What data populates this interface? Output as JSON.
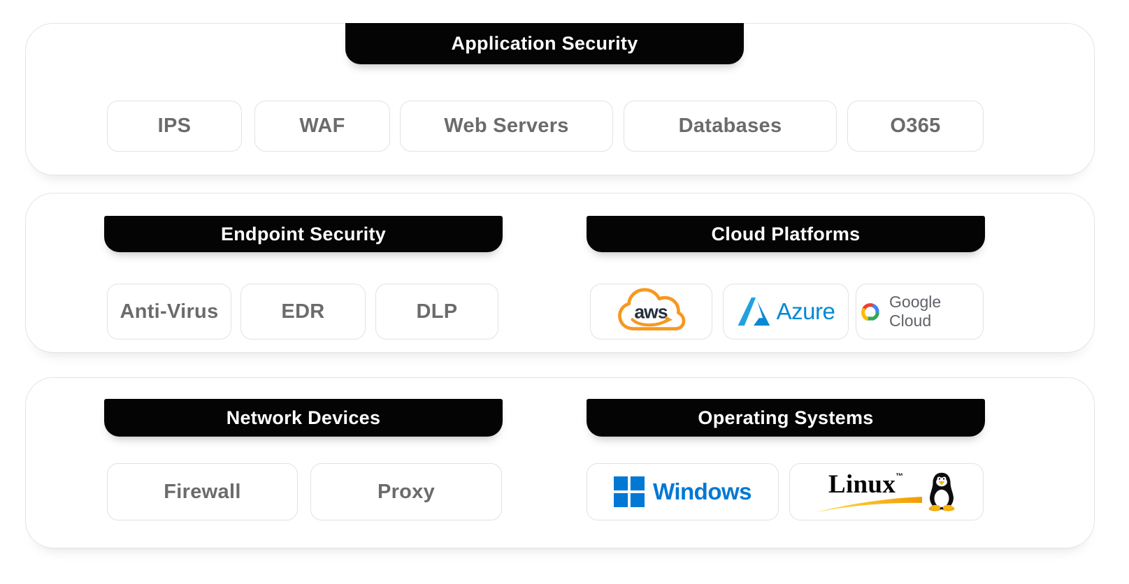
{
  "diagram": {
    "sections": [
      {
        "header": "Application Security",
        "items": [
          "IPS",
          "WAF",
          "Web Servers",
          "Databases",
          "O365"
        ]
      },
      {
        "groups": [
          {
            "header": "Endpoint Security",
            "items": [
              "Anti-Virus",
              "EDR",
              "DLP"
            ]
          },
          {
            "header": "Cloud Platforms",
            "logos": [
              "AWS",
              "Azure",
              "Google Cloud"
            ]
          }
        ]
      },
      {
        "groups": [
          {
            "header": "Network Devices",
            "items": [
              "Firewall",
              "Proxy"
            ]
          },
          {
            "header": "Operating Systems",
            "logos": [
              "Windows",
              "Linux"
            ]
          }
        ]
      }
    ],
    "logo_text": {
      "aws": "aws",
      "azure": "Azure",
      "google_cloud": "Google Cloud",
      "windows": "Windows",
      "linux": "Linux",
      "linux_tm": "™"
    },
    "colors": {
      "header_bg": "#040404",
      "header_text": "#ffffff",
      "chip_text": "#6b6b6b",
      "chip_border": "#e2e2e2",
      "aws_orange": "#F7981F",
      "aws_navy": "#232F3E",
      "azure_blue": "#0089D6",
      "windows_blue": "#0078D4",
      "google_blue": "#4285F4",
      "google_red": "#EA4335",
      "google_yellow": "#FBBC05",
      "google_green": "#34A853",
      "google_text": "#5F6368",
      "linux_yellow": "#F6B40E"
    }
  }
}
